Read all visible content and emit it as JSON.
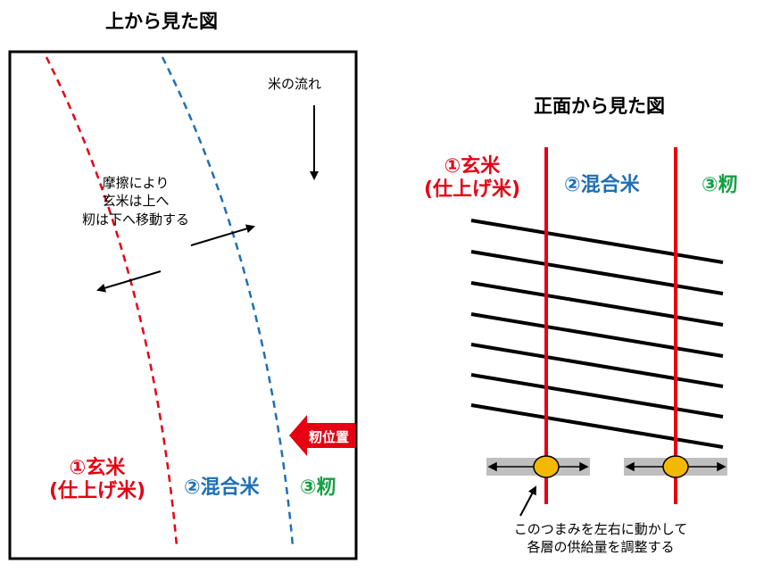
{
  "top_view": {
    "title": "上から見た図",
    "flow_label": "米の流れ",
    "friction_note": [
      "摩擦により",
      "玄米は上へ",
      "籾は下へ移動する"
    ],
    "position_arrow_label": "籾位置",
    "layers": [
      {
        "label": "①玄米",
        "sub": "(仕上げ米)",
        "color": "#e60012"
      },
      {
        "label": "②混合米",
        "color": "#1f6fb4"
      },
      {
        "label": "③籾",
        "color": "#14a045"
      }
    ]
  },
  "front_view": {
    "title": "正面から見た図",
    "layers": [
      {
        "label": "①玄米",
        "sub": "(仕上げ米)",
        "color": "#e60012"
      },
      {
        "label": "②混合米",
        "color": "#1f6fb4"
      },
      {
        "label": "③籾",
        "color": "#14a045"
      }
    ],
    "knob_note": [
      "このつまみを左右に動かして",
      "各層の供給量を調整する"
    ]
  },
  "colors": {
    "divider": "#e60012",
    "knob": "#f5b800",
    "slider_track": "#bfbfbf"
  }
}
